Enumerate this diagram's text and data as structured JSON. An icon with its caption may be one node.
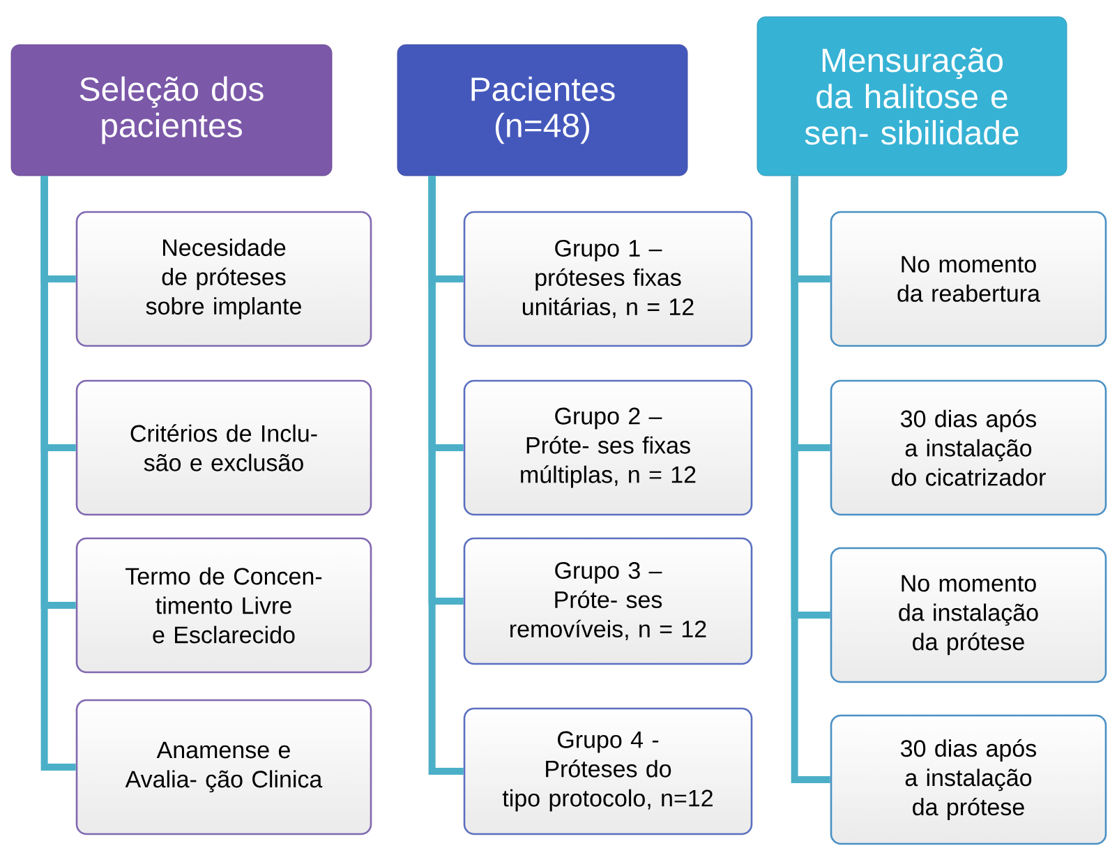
{
  "diagram": {
    "nodes": [
      {
        "text": [
          "Seleção dos pacientes"
        ]
      },
      {
        "text": [
          "Necesidade de próteses sobre implante"
        ]
      },
      {
        "text": [
          "Critérios de Inclu- são e exclusão"
        ]
      },
      {
        "text": [
          "Termo de Concen- timento Livre e Esclarecido"
        ]
      },
      {
        "text": [
          "Anamense e Avalia- ção Clinica"
        ]
      },
      {
        "text": [
          "Pacientes (n=48)"
        ]
      },
      {
        "text": [
          "Grupo 1 – próteses fixas unitárias, n = 12"
        ]
      },
      {
        "text": [
          "Grupo 2 – Próte- ses fixas múltiplas, n = 12"
        ]
      },
      {
        "text": [
          "Grupo 3 – Próte- ses removíveis, n = 12"
        ]
      },
      {
        "text": [
          "Grupo 4 - Próteses do tipo protocolo, n=12"
        ]
      },
      {
        "text": [
          "Mensuração da halitose e sen- sibilidade"
        ]
      },
      {
        "text": [
          "No momento da reabertura"
        ]
      },
      {
        "text": [
          "30 dias após a instalação do cicatrizador"
        ]
      },
      {
        "text": [
          "No momento da instalação da prótese"
        ]
      },
      {
        "text": [
          "30 dias após a instalação da prótese"
        ]
      }
    ],
    "edges": [
      {
        "from": 0,
        "to": 1,
        "arrow": "none"
      },
      {
        "from": 0,
        "to": 2,
        "arrow": "none"
      },
      {
        "from": 0,
        "to": 3,
        "arrow": "none"
      },
      {
        "from": 0,
        "to": 4,
        "arrow": "none"
      },
      {
        "from": 5,
        "to": 6,
        "arrow": "none"
      },
      {
        "from": 5,
        "to": 7,
        "arrow": "none"
      },
      {
        "from": 5,
        "to": 8,
        "arrow": "none"
      },
      {
        "from": 5,
        "to": 9,
        "arrow": "none"
      },
      {
        "from": 10,
        "to": 11,
        "arrow": "none"
      },
      {
        "from": 10,
        "to": 12,
        "arrow": "none"
      },
      {
        "from": 10,
        "to": 13,
        "arrow": "none"
      },
      {
        "from": 10,
        "to": 14,
        "arrow": "none"
      }
    ]
  }
}
